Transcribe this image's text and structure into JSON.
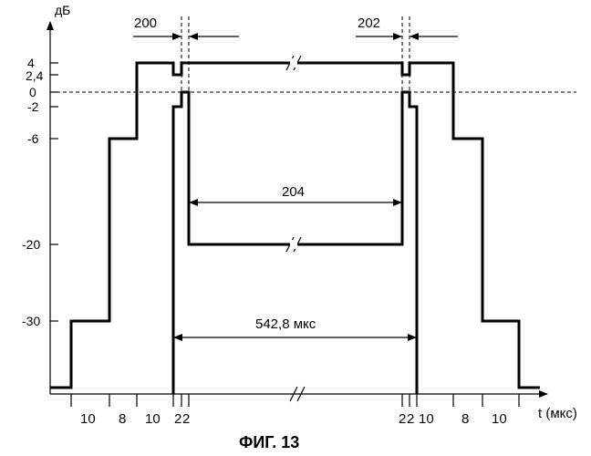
{
  "axis": {
    "y_unit": "дБ",
    "x_unit": "t (мкс)",
    "y_ticks": [
      "4",
      "2,4",
      "0",
      "-2",
      "-6",
      "-20",
      "-30"
    ],
    "x_ticks": [
      "10",
      "8",
      "10",
      "2",
      "2",
      "2",
      "2",
      "10",
      "8",
      "10"
    ]
  },
  "references": {
    "r200": "200",
    "r202": "202",
    "r204": "204",
    "duration": "542,8 мкс"
  },
  "caption": "ФИГ. 13"
}
